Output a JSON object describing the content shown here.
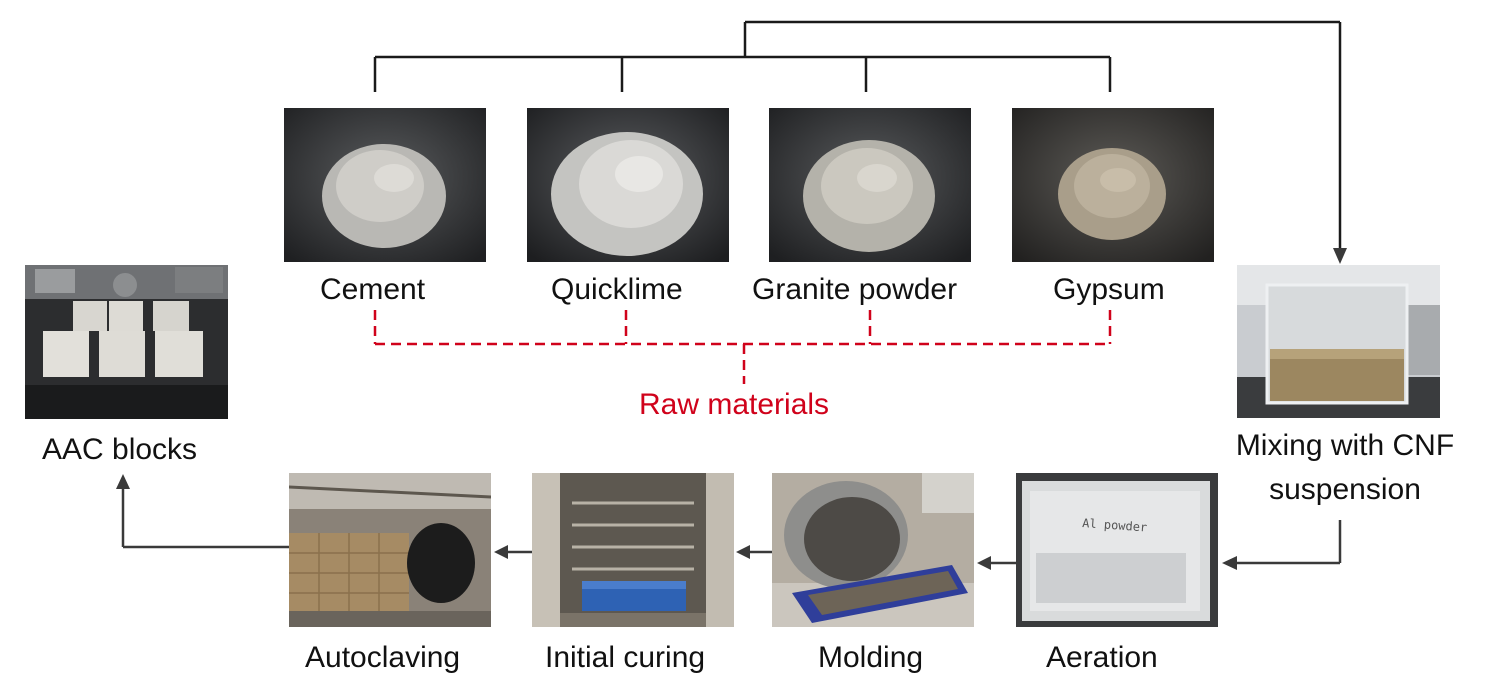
{
  "raw_materials": {
    "group_label": "Raw materials",
    "items": [
      {
        "label": "Cement"
      },
      {
        "label": "Quicklime"
      },
      {
        "label": "Granite powder"
      },
      {
        "label": "Gypsum"
      }
    ]
  },
  "process": {
    "mixing": {
      "line1": "Mixing with CNF",
      "line2": "suspension"
    },
    "aeration": {
      "label": "Aeration",
      "bag_text": "Al powder"
    },
    "molding": {
      "label": "Molding"
    },
    "initial_curing": {
      "label": "Initial curing"
    },
    "autoclaving": {
      "label": "Autoclaving"
    },
    "aac_blocks": {
      "label": "AAC blocks"
    }
  },
  "colors": {
    "connector": "#1a1a1a",
    "arrow": "#3a3a3a",
    "raw_materials_dash": "#d0021b",
    "text": "#111111"
  }
}
